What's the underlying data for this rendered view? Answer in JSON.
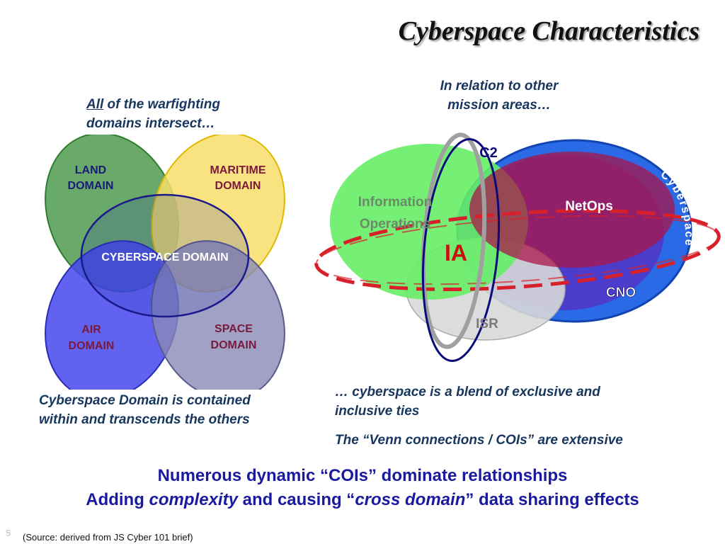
{
  "title": "Cyberspace Characteristics",
  "left_panel": {
    "caption_top_em": "All",
    "caption_top_rest": " of the warfighting",
    "caption_top_line2": "domains intersect…",
    "land": [
      "LAND",
      "DOMAIN"
    ],
    "maritime": [
      "MARITIME",
      "DOMAIN"
    ],
    "cyberspace": "CYBERSPACE DOMAIN",
    "air": [
      "AIR",
      "DOMAIN"
    ],
    "space": [
      "SPACE",
      "DOMAIN"
    ],
    "caption_bottom_line1": "Cyberspace Domain is contained",
    "caption_bottom_line2": "within and transcends the others"
  },
  "right_panel": {
    "caption_top_line1": "In relation to other",
    "caption_top_line2": "mission areas…",
    "c2": "C2",
    "info_ops": [
      "Information",
      "Operations"
    ],
    "netops": "NetOps",
    "ia": "IA",
    "cno": "CNO",
    "isr": "ISR",
    "cyberspace_arc": "Cyberspace",
    "caption_bottom_line1": "… cyberspace is a blend of exclusive and",
    "caption_bottom_line2": "inclusive ties",
    "caption_bottom_line3": "The “Venn connections / COIs” are extensive"
  },
  "footer": {
    "line1": "Numerous dynamic “COIs” dominate relationships",
    "line2_a": "Adding ",
    "line2_b": "complexity",
    "line2_c": " and causing “",
    "line2_d": "cross domain",
    "line2_e": "” data sharing effects",
    "page_number": "5",
    "source": "(Source: derived from JS Cyber 101 brief)"
  },
  "colors": {
    "land": "#4f9a4f",
    "maritime": "#f7de6a",
    "air": "#4747ee",
    "space": "#8a8ab8",
    "cyber_ring": "#1a1a8c",
    "info_ops": "#66ee66",
    "cyberspace_blue": "#2a6ae6",
    "netops_maroon": "#a8154a",
    "isr_gray": "#d8d8d8",
    "dash_red": "#d8202a",
    "c2_navy": "#0a0a7a"
  }
}
